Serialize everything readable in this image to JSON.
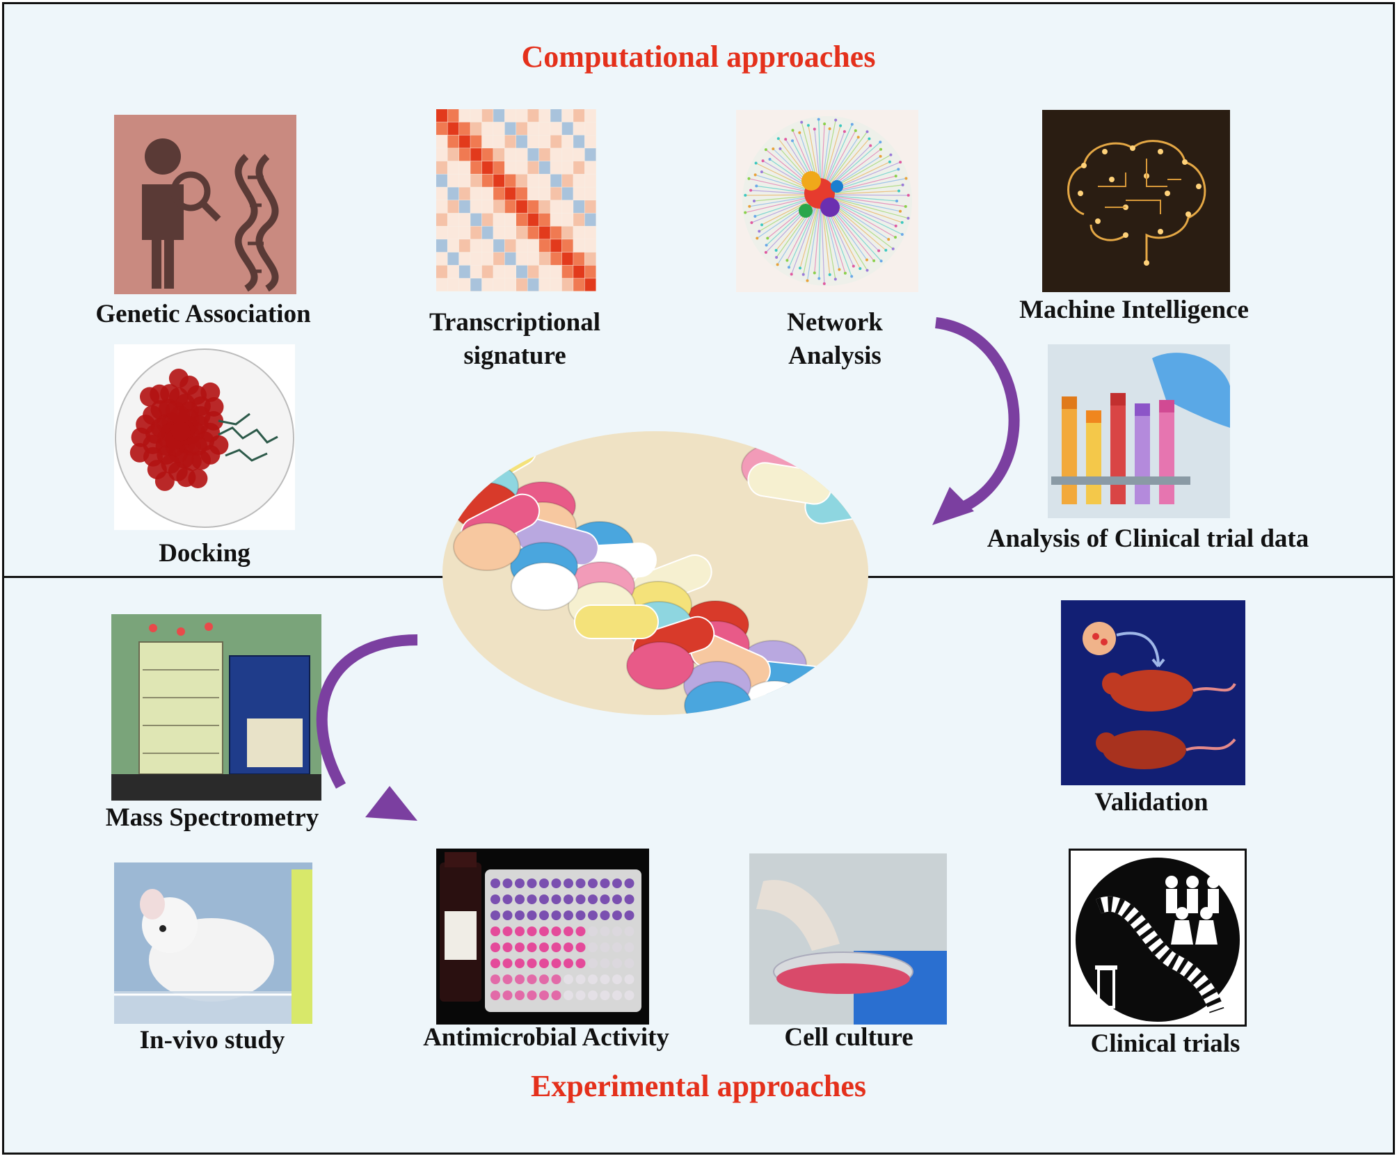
{
  "headings": {
    "computational": "Computational approaches",
    "experimental": "Experimental approaches"
  },
  "computational_items": {
    "genetic_association": "Genetic Association",
    "transcriptional_1": "Transcriptional",
    "transcriptional_2": "signature",
    "network_1": "Network",
    "network_2": "Analysis",
    "machine_intelligence": "Machine Intelligence",
    "docking": "Docking",
    "clinical_trial_data": "Analysis  of Clinical trial data"
  },
  "experimental_items": {
    "mass_spectrometry": "Mass Spectrometry",
    "validation": "Validation",
    "in_vivo": "In-vivo study",
    "antimicrobial": "Antimicrobial Activity",
    "cell_culture": "Cell culture",
    "clinical_trials": "Clinical trials"
  },
  "colors": {
    "heading": "#e4301b",
    "arrow": "#7b3fa0",
    "background": "#eef6fa",
    "border": "#111111"
  },
  "icons": [
    "person-magnifier-dna-icon",
    "heatmap-icon",
    "network-graph-icon",
    "circuit-brain-icon",
    "protein-docking-icon",
    "test-tubes-icon",
    "pills-icon",
    "mass-spectrometer-icon",
    "mice-validation-icon",
    "mouse-icon",
    "well-plate-icon",
    "petri-dish-icon",
    "dna-people-icon"
  ]
}
